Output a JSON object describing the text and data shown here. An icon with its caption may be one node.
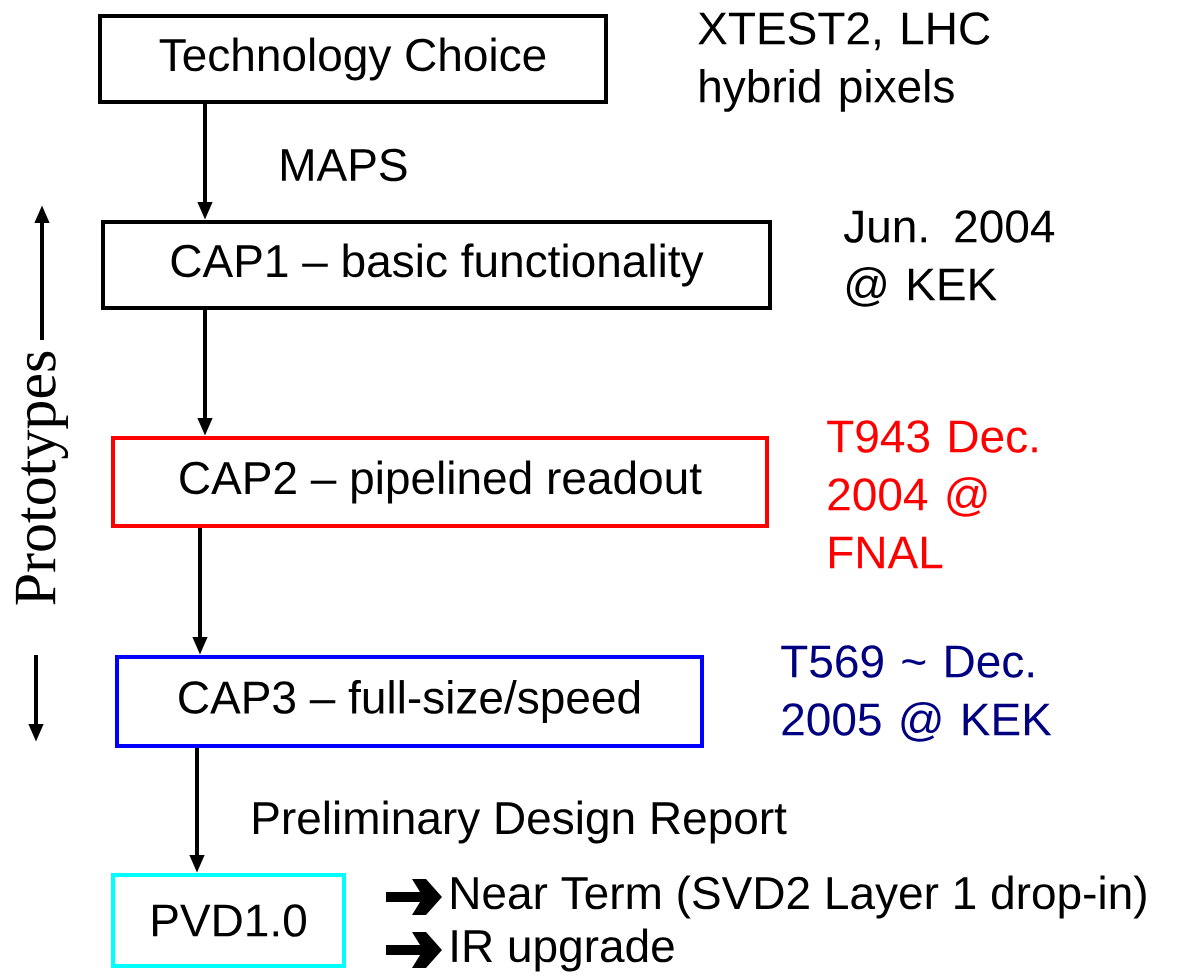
{
  "diagram": {
    "nodes": [
      {
        "text": [
          "Technology Choice"
        ],
        "beside": [
          "XTEST2, LHC hybrid pixels"
        ]
      },
      {
        "text": [
          "CAP1 – basic functionality"
        ],
        "beside": [
          "Jun. 2004 @ KEK"
        ]
      },
      {
        "text": [
          "CAP2 – pipelined readout"
        ],
        "beside": [
          "T943 Dec. 2004 @ FNAL"
        ]
      },
      {
        "text": [
          "CAP3 – full-size/speed"
        ],
        "beside": [
          "T569 ~ Dec. 2005 @ KEK"
        ]
      },
      {
        "text": [
          "PVD1.0"
        ]
      }
    ],
    "edges": [
      {
        "from": 0,
        "to": 1,
        "arrow": "to",
        "label": "MAPS"
      },
      {
        "from": 1,
        "to": 2,
        "arrow": "to"
      },
      {
        "from": 2,
        "to": 3,
        "arrow": "to"
      },
      {
        "from": 3,
        "to": 4,
        "arrow": "to",
        "label": "Preliminary Design Report"
      }
    ],
    "labels": [
      "Prototypes",
      "Near Term (SVD2 Layer 1 drop-in)",
      "IR upgrade"
    ]
  }
}
